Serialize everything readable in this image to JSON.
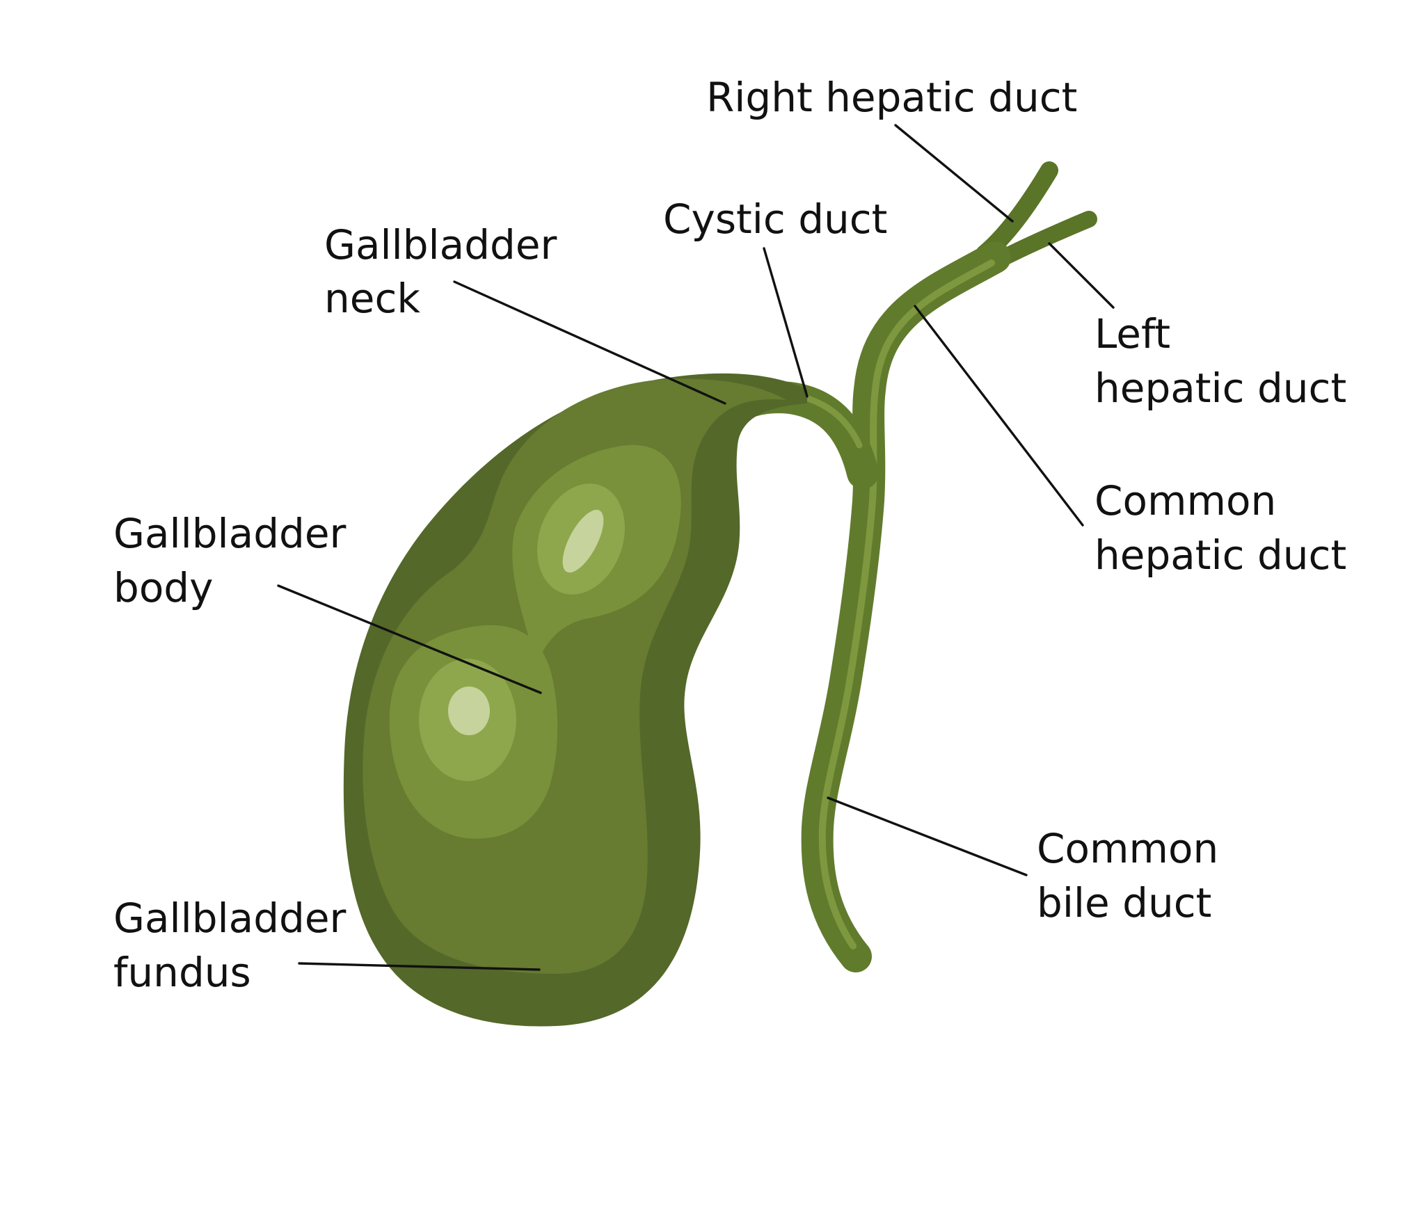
{
  "labels": {
    "right_hepatic_duct": "Right hepatic duct",
    "cystic_duct": "Cystic duct",
    "gallbladder_neck_line1": "Gallbladder",
    "gallbladder_neck_line2": "neck",
    "left_hepatic_duct_line1": "Left",
    "left_hepatic_duct_line2": "hepatic duct",
    "common_hepatic_duct_line1": "Common",
    "common_hepatic_duct_line2": "hepatic duct",
    "gallbladder_body_line1": "Gallbladder",
    "gallbladder_body_line2": "body",
    "common_bile_duct_line1": "Common",
    "common_bile_duct_line2": "bile duct",
    "gallbladder_fundus_line1": "Gallbladder",
    "gallbladder_fundus_line2": "fundus"
  },
  "colors": {
    "background": "#ffffff",
    "organ_dark": "#54682a",
    "organ_mid": "#677b31",
    "organ_light": "#79913a",
    "highlight": "#8ea74c",
    "highlight_core": "#c6d39c",
    "duct_main": "#617b2c",
    "duct_light": "#86a046",
    "text": "#111111"
  }
}
